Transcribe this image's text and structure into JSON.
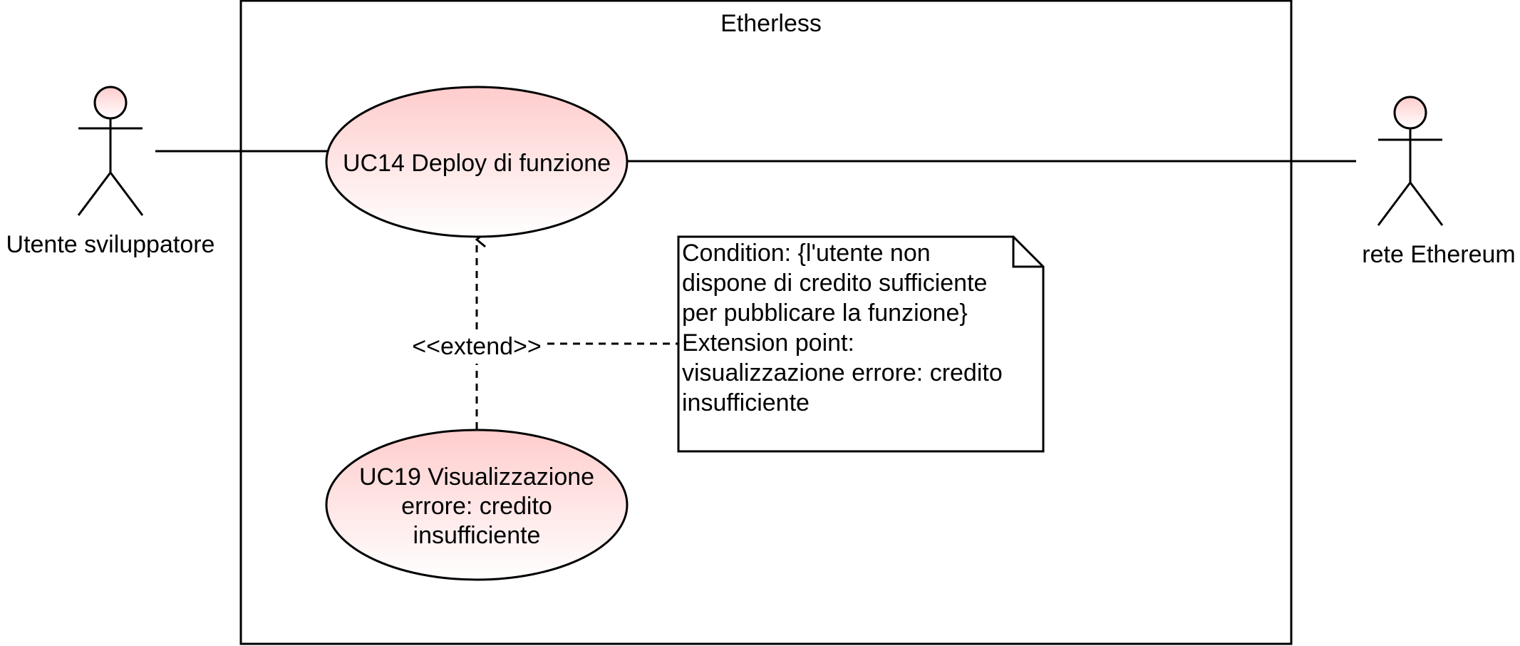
{
  "diagram": {
    "system": {
      "title": "Etherless"
    },
    "actors": {
      "developer": {
        "label": "Utente sviluppatore"
      },
      "ethereum": {
        "label": "rete Ethereum"
      }
    },
    "use_cases": {
      "uc14": {
        "lines": [
          "UC14 Deploy di funzione"
        ]
      },
      "uc19": {
        "lines": [
          "UC19 Visualizzazione",
          "errore: credito",
          "insufficiente"
        ]
      }
    },
    "relations": {
      "extend_label": "<<extend>>"
    },
    "note": {
      "lines": [
        "Condition: {l'utente non",
        "dispone di credito sufficiente",
        "per pubblicare la funzione}",
        "Extension point:",
        "visualizzazione errore: credito",
        "insufficiente"
      ]
    },
    "colors": {
      "fill_top": "#ffcccc",
      "fill_bottom": "#ffffff",
      "stroke": "#000000"
    }
  }
}
